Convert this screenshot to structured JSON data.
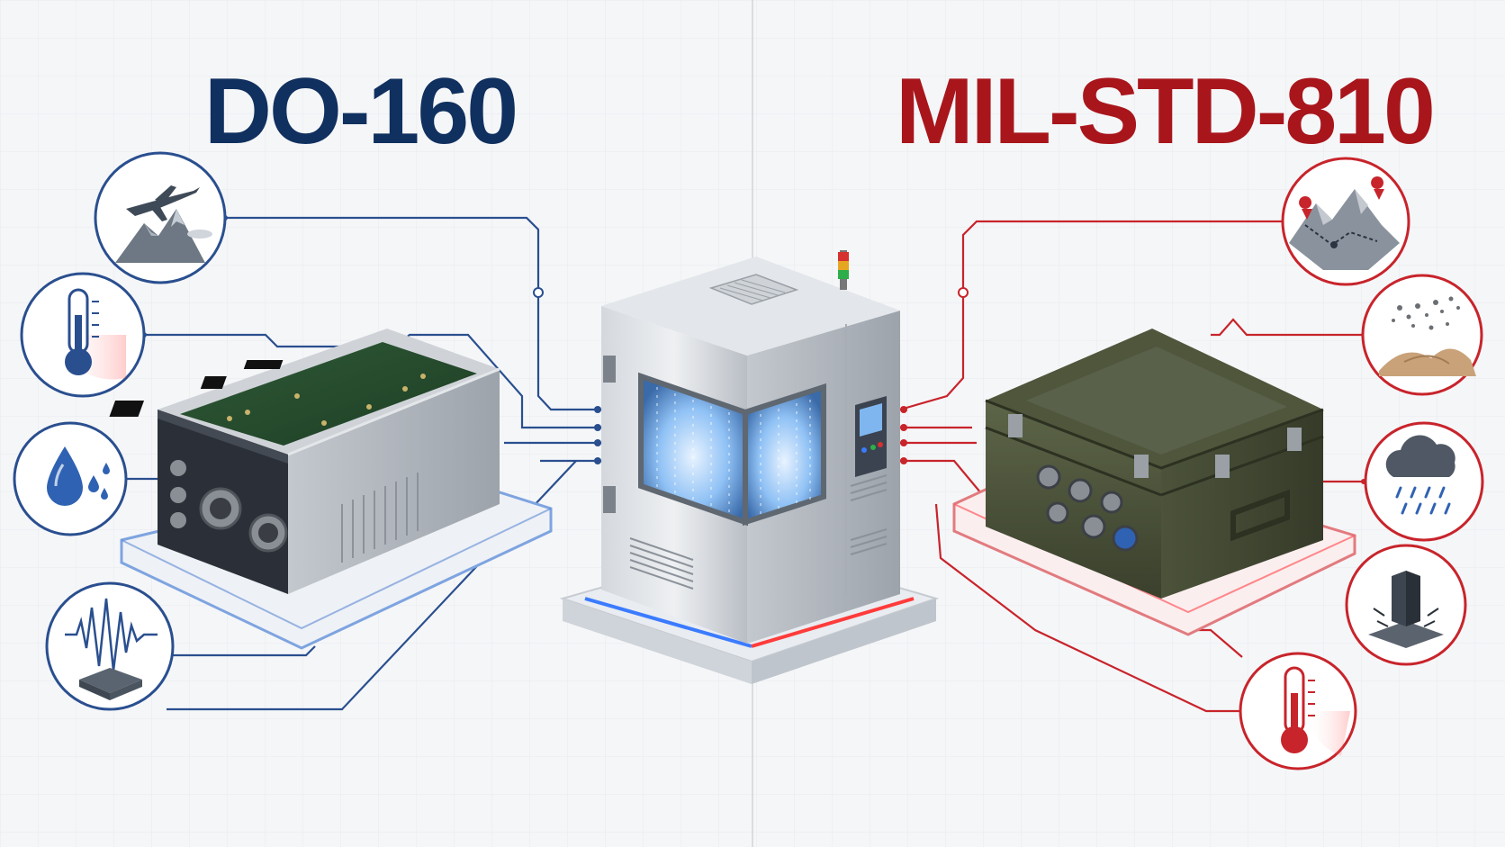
{
  "left": {
    "title": "DO-160",
    "accent": "#10305f",
    "line_color": "#2a4f8f",
    "icons": [
      {
        "name": "airplane-mountain-icon"
      },
      {
        "name": "thermometer-icon"
      },
      {
        "name": "water-drop-icon"
      },
      {
        "name": "vibration-wave-icon"
      }
    ],
    "device": "avionics-chassis"
  },
  "center": {
    "device": "environmental-test-chamber",
    "glow_left": "#3b7bff",
    "glow_right": "#ff3b3b"
  },
  "right": {
    "title": "MIL-STD-810",
    "accent": "#a8161c",
    "line_color": "#c8242b",
    "icons": [
      {
        "name": "terrain-map-icon"
      },
      {
        "name": "sand-dust-icon"
      },
      {
        "name": "rain-cloud-icon"
      },
      {
        "name": "shock-impact-icon"
      },
      {
        "name": "thermometer-icon"
      }
    ],
    "device": "military-rugged-case"
  }
}
